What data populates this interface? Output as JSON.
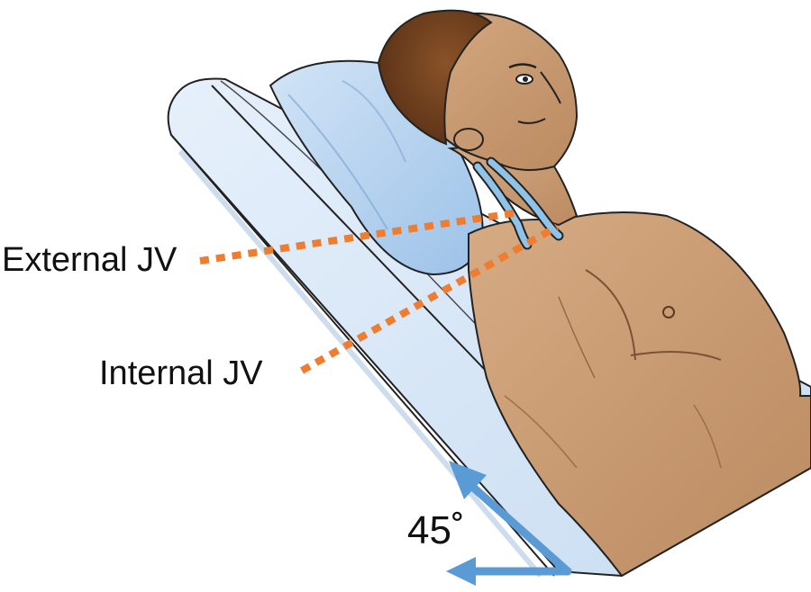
{
  "labels": {
    "external_jv": "External JV",
    "internal_jv": "Internal JV",
    "angle": "45˚"
  },
  "colors": {
    "leader_line": "#ee7d31",
    "angle_arrow": "#5b9bd5",
    "vein": "#8fc3e8",
    "skin": "#c89a72",
    "bed": "#d4e6f7",
    "pillow": "#b9d5f0",
    "hair": "#6b3a1c"
  }
}
